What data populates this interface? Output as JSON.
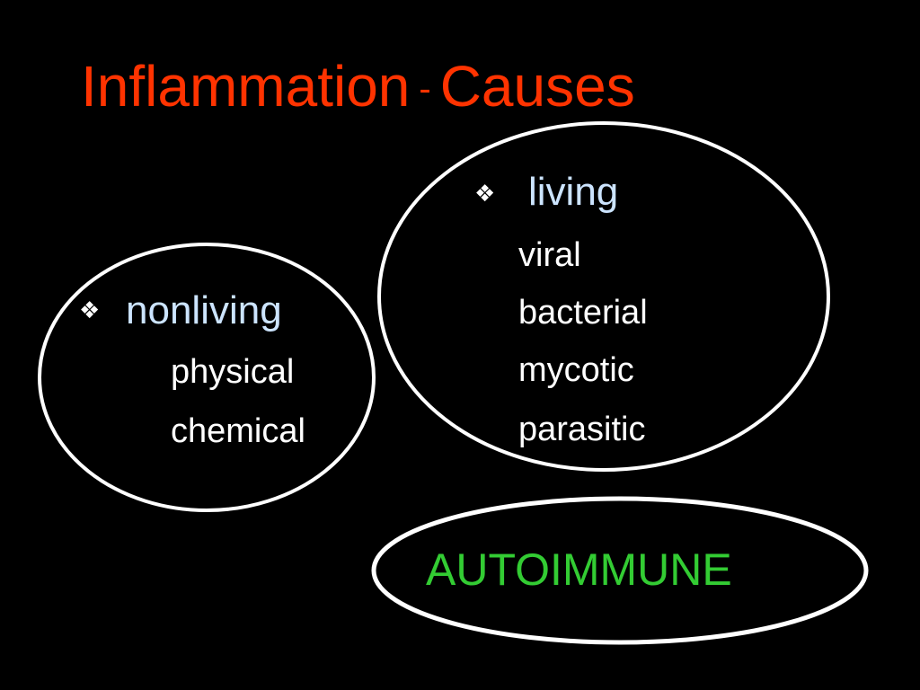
{
  "title": {
    "part1": "Inflammation",
    "separator": "-",
    "part2": "Causes"
  },
  "bullet_symbol": "❖",
  "nonliving": {
    "heading": "nonliving",
    "items": [
      "physical",
      "chemical"
    ]
  },
  "living": {
    "heading": "living",
    "items": [
      "viral",
      "bacterial",
      "mycotic",
      "parasitic"
    ]
  },
  "autoimmune": {
    "label": "AUTOIMMUNE"
  },
  "colors": {
    "background": "#000000",
    "title": "#ff3300",
    "heading": "#cce4ff",
    "item": "#ffffff",
    "autoimmune": "#33cc33",
    "oval_stroke": "#ffffff"
  }
}
